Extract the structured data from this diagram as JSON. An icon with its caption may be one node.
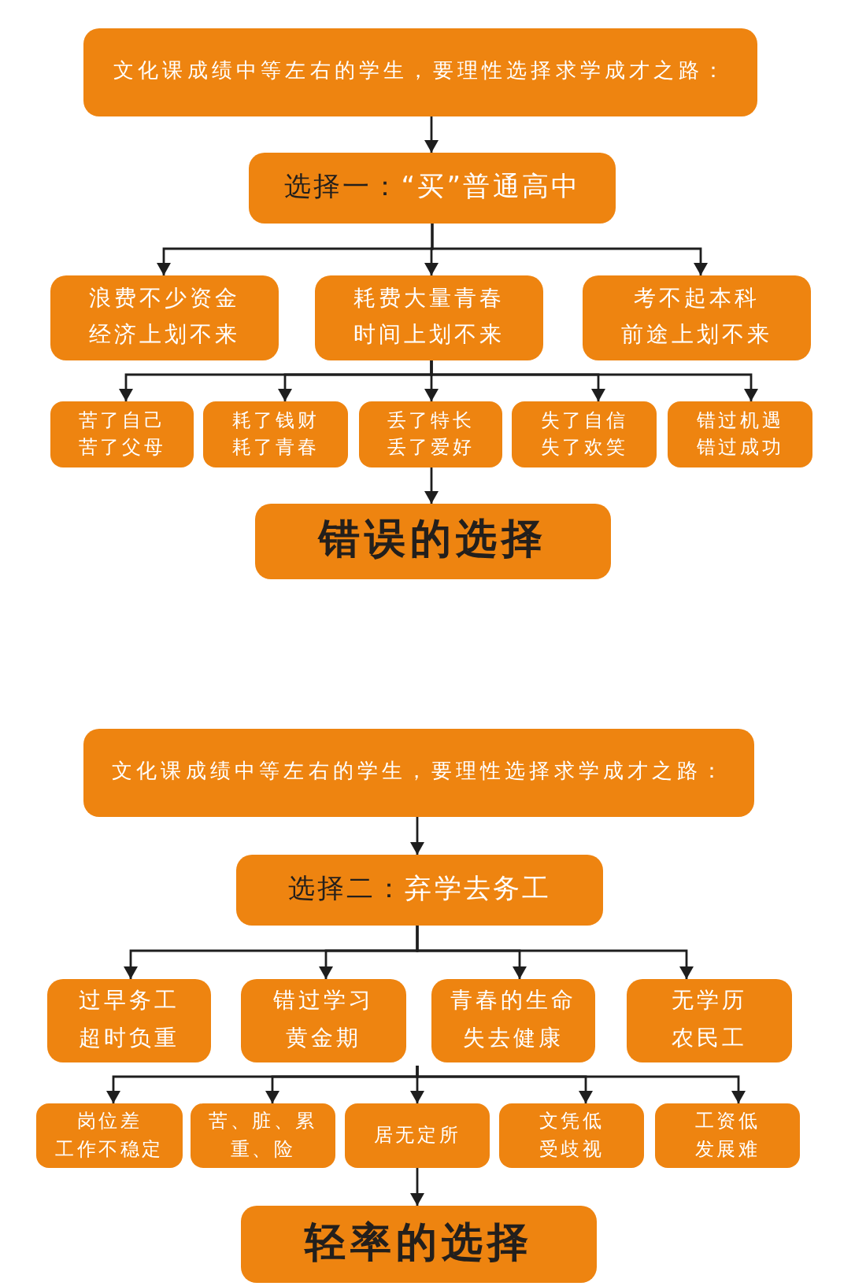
{
  "diagram": {
    "nodes": [
      {
        "text": [
          "文化课成绩中等左右的学生，要理性选择求学成才之路："
        ]
      },
      {
        "text": [
          "选择一：",
          "“买”普通高中"
        ]
      },
      {
        "text": [
          "浪费不少资金",
          "经济上划不来"
        ]
      },
      {
        "text": [
          "耗费大量青春",
          "时间上划不来"
        ]
      },
      {
        "text": [
          "考不起本科",
          "前途上划不来"
        ]
      },
      {
        "text": [
          "苦了自己",
          "苦了父母"
        ]
      },
      {
        "text": [
          "耗了钱财",
          "耗了青春"
        ]
      },
      {
        "text": [
          "丢了特长",
          "丢了爱好"
        ]
      },
      {
        "text": [
          "失了自信",
          "失了欢笑"
        ]
      },
      {
        "text": [
          "错过机遇",
          "错过成功"
        ]
      },
      {
        "text": [
          "错误的选择"
        ]
      },
      {
        "text": [
          "文化课成绩中等左右的学生，要理性选择求学成才之路："
        ]
      },
      {
        "text": [
          "选择二：",
          "弃学去务工"
        ]
      },
      {
        "text": [
          "过早务工",
          "超时负重"
        ]
      },
      {
        "text": [
          "错过学习黄金期"
        ]
      },
      {
        "text": [
          "青春的生命",
          "失去健康"
        ]
      },
      {
        "text": [
          "无学历",
          "农民工"
        ]
      },
      {
        "text": [
          "岗位差",
          "工作不稳定"
        ]
      },
      {
        "text": [
          "苦、脏、累",
          "重、险"
        ]
      },
      {
        "text": [
          "居无定所"
        ]
      },
      {
        "text": [
          "文凭低",
          "受歧视"
        ]
      },
      {
        "text": [
          "工资低",
          "发展难"
        ]
      },
      {
        "text": [
          "轻率的选择"
        ]
      }
    ],
    "edges": [
      {
        "from": 0,
        "to": 1,
        "arrow": "to"
      },
      {
        "from": 1,
        "to": 2,
        "arrow": "to"
      },
      {
        "from": 1,
        "to": 3,
        "arrow": "to"
      },
      {
        "from": 1,
        "to": 4,
        "arrow": "to"
      },
      {
        "from": 3,
        "to": 5,
        "arrow": "to"
      },
      {
        "from": 3,
        "to": 6,
        "arrow": "to"
      },
      {
        "from": 3,
        "to": 7,
        "arrow": "to"
      },
      {
        "from": 3,
        "to": 8,
        "arrow": "to"
      },
      {
        "from": 3,
        "to": 9,
        "arrow": "to"
      },
      {
        "from": 7,
        "to": 10,
        "arrow": "to"
      },
      {
        "from": 11,
        "to": 12,
        "arrow": "to"
      },
      {
        "from": 12,
        "to": 13,
        "arrow": "to"
      },
      {
        "from": 12,
        "to": 14,
        "arrow": "to"
      },
      {
        "from": 12,
        "to": 15,
        "arrow": "to"
      },
      {
        "from": 12,
        "to": 16,
        "arrow": "to"
      },
      {
        "from": 15,
        "to": 17,
        "arrow": "to"
      },
      {
        "from": 15,
        "to": 18,
        "arrow": "to"
      },
      {
        "from": 15,
        "to": 19,
        "arrow": "to"
      },
      {
        "from": 15,
        "to": 20,
        "arrow": "to"
      },
      {
        "from": 15,
        "to": 21,
        "arrow": "to"
      },
      {
        "from": 19,
        "to": 22,
        "arrow": "to"
      }
    ]
  }
}
